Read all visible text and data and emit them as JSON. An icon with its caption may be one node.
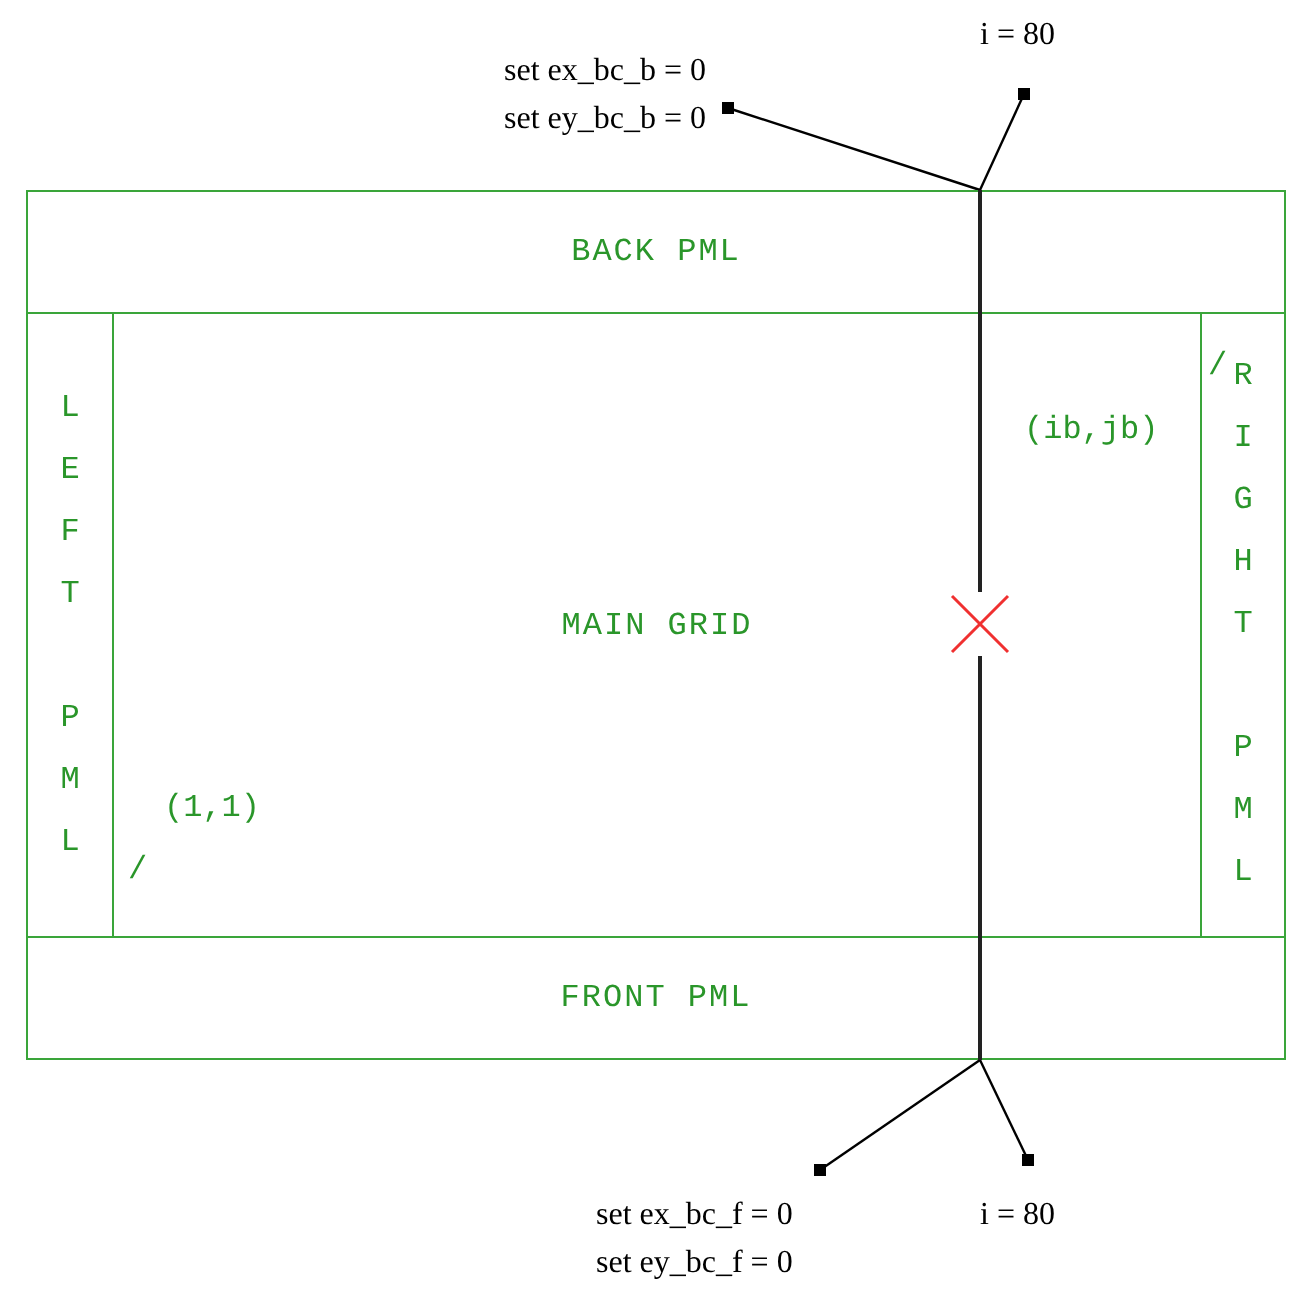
{
  "diagram": {
    "nodes": [
      {
        "text": [
          "BACK PML"
        ]
      },
      {
        "text": [
          "LEFT PML"
        ]
      },
      {
        "text": [
          "MAIN GRID"
        ]
      },
      {
        "text": [
          "RIGHT PML"
        ]
      },
      {
        "text": [
          "FRONT PML"
        ]
      },
      {
        "text": [
          "set ex_bc_b = 0 set ey_bc_b = 0"
        ]
      },
      {
        "text": [
          "i = 80"
        ]
      },
      {
        "text": [
          "set ex_bc_f = 0 set ey_bc_f = 0"
        ]
      },
      {
        "text": [
          "i = 80"
        ]
      },
      {
        "text": [],
        "shape": "line"
      }
    ],
    "edges": [
      {
        "from": 5,
        "to": 9,
        "arrow": "other"
      },
      {
        "from": 6,
        "to": 9,
        "arrow": "other"
      },
      {
        "from": 7,
        "to": 9,
        "arrow": "other"
      },
      {
        "from": 8,
        "to": 9,
        "arrow": "other"
      }
    ],
    "labels": [
      "/",
      "(ib,jb)",
      "(1,1)",
      "/"
    ]
  }
}
